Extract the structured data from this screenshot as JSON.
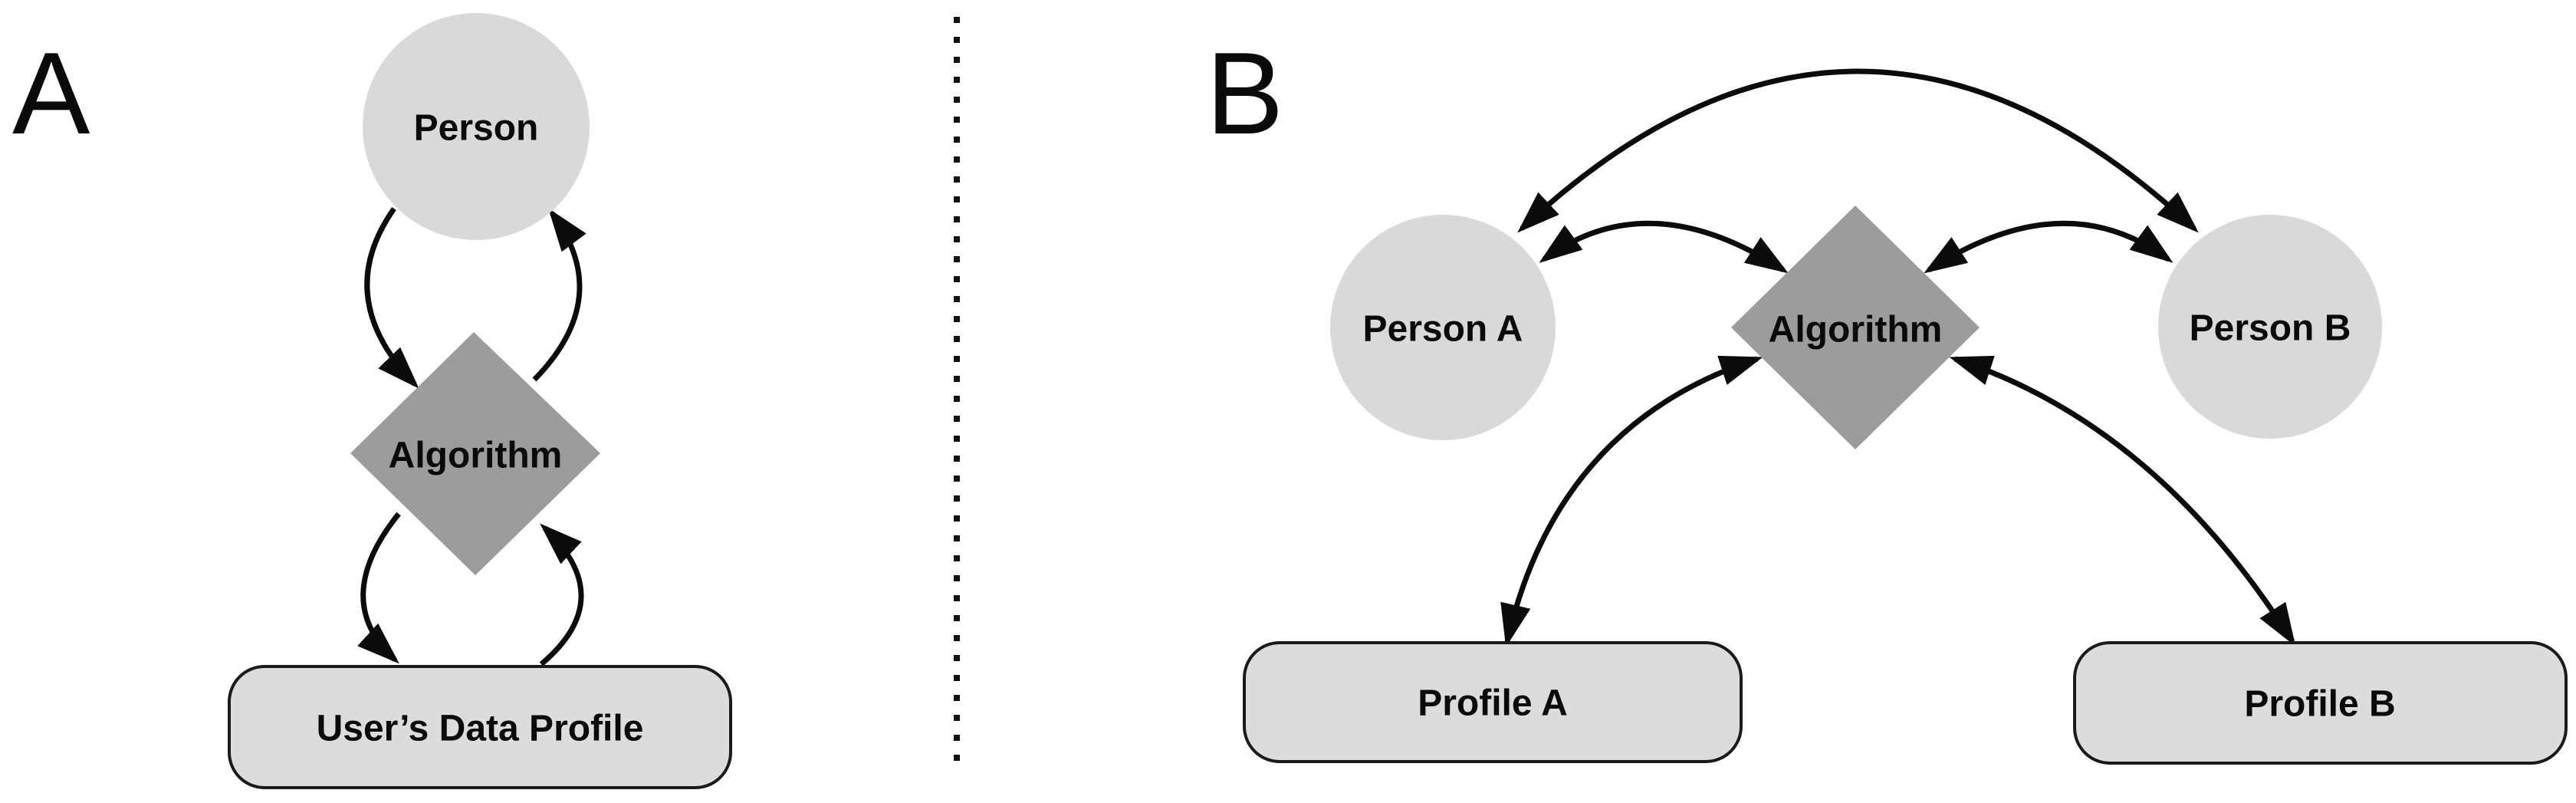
{
  "diagram": {
    "panels": {
      "a": {
        "label": "A",
        "nodes": {
          "person": {
            "label": "Person",
            "shape": "circle"
          },
          "algorithm": {
            "label": "Algorithm",
            "shape": "diamond"
          },
          "profile": {
            "label": "User’s Data Profile",
            "shape": "rounded-rect"
          }
        },
        "edges": [
          {
            "from": "person",
            "to": "algorithm",
            "bidirectional": false
          },
          {
            "from": "algorithm",
            "to": "person",
            "bidirectional": false
          },
          {
            "from": "algorithm",
            "to": "profile",
            "bidirectional": false
          },
          {
            "from": "profile",
            "to": "algorithm",
            "bidirectional": false
          }
        ]
      },
      "b": {
        "label": "B",
        "nodes": {
          "person_a": {
            "label": "Person A",
            "shape": "circle"
          },
          "person_b": {
            "label": "Person B",
            "shape": "circle"
          },
          "algorithm": {
            "label": "Algorithm",
            "shape": "diamond"
          },
          "profile_a": {
            "label": "Profile A",
            "shape": "rounded-rect"
          },
          "profile_b": {
            "label": "Profile B",
            "shape": "rounded-rect"
          }
        },
        "edges": [
          {
            "from": "person_a",
            "to": "person_b",
            "bidirectional": true
          },
          {
            "from": "person_a",
            "to": "algorithm",
            "bidirectional": true
          },
          {
            "from": "person_b",
            "to": "algorithm",
            "bidirectional": true
          },
          {
            "from": "profile_a",
            "to": "algorithm",
            "bidirectional": true
          },
          {
            "from": "profile_b",
            "to": "algorithm",
            "bidirectional": true
          }
        ]
      }
    },
    "colors": {
      "background": "#ffffff",
      "circle_fill": "#d9d9d9",
      "diamond_fill": "#9c9c9c",
      "box_fill": "#dcdcdc",
      "box_border": "#1a1a1a",
      "arrow": "#0b0b0b",
      "text": "#0a0a0a"
    }
  }
}
